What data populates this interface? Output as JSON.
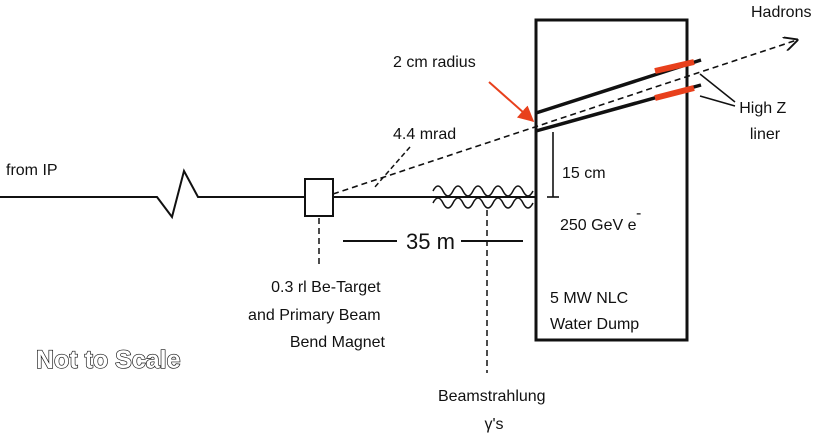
{
  "labels": {
    "hadrons": "Hadrons",
    "radius": "2 cm radius",
    "high_z_line1": "High Z",
    "high_z_line2": "liner",
    "mrad": "4.4 mrad",
    "from_ip": "from IP",
    "vertical_offset": "15 cm",
    "energy": "250 GeV e",
    "energy_superscript": "-",
    "distance": "35 m",
    "target_line1": "0.3 rl Be-Target",
    "target_line2": "and Primary Beam",
    "target_line3": "Bend Magnet",
    "dump_line1": "5 MW NLC",
    "dump_line2": "Water Dump",
    "not_to_scale": "Not to Scale",
    "beamstrahlung_line1": "Beamstrahlung",
    "beamstrahlung_line2": "γ's"
  },
  "colors": {
    "line": "#111111",
    "accent": "#e8401c",
    "background": "#ffffff"
  }
}
